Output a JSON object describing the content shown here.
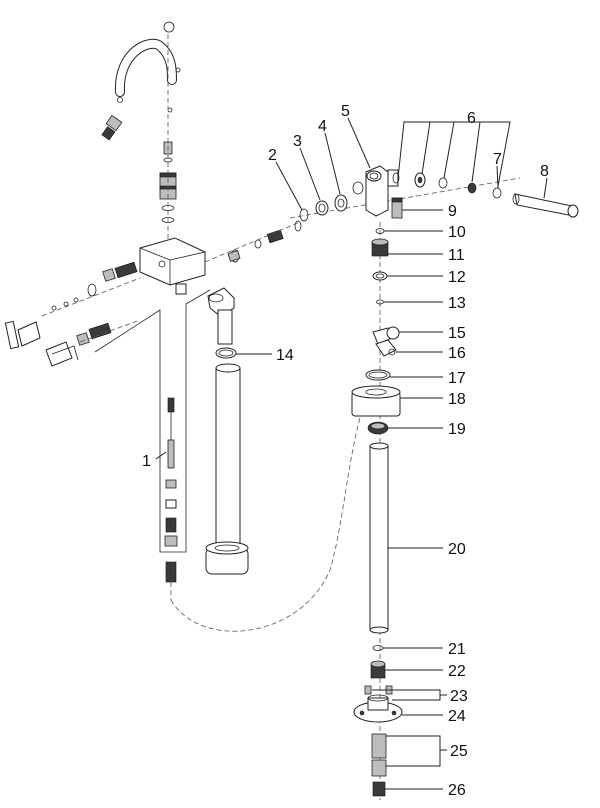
{
  "diagram": {
    "part_numbers": [
      "1",
      "2",
      "3",
      "4",
      "5",
      "6",
      "7",
      "8",
      "9",
      "10",
      "11",
      "12",
      "13",
      "14",
      "15",
      "16",
      "17",
      "18",
      "19",
      "20",
      "21",
      "22",
      "23",
      "24",
      "25",
      "26"
    ]
  }
}
